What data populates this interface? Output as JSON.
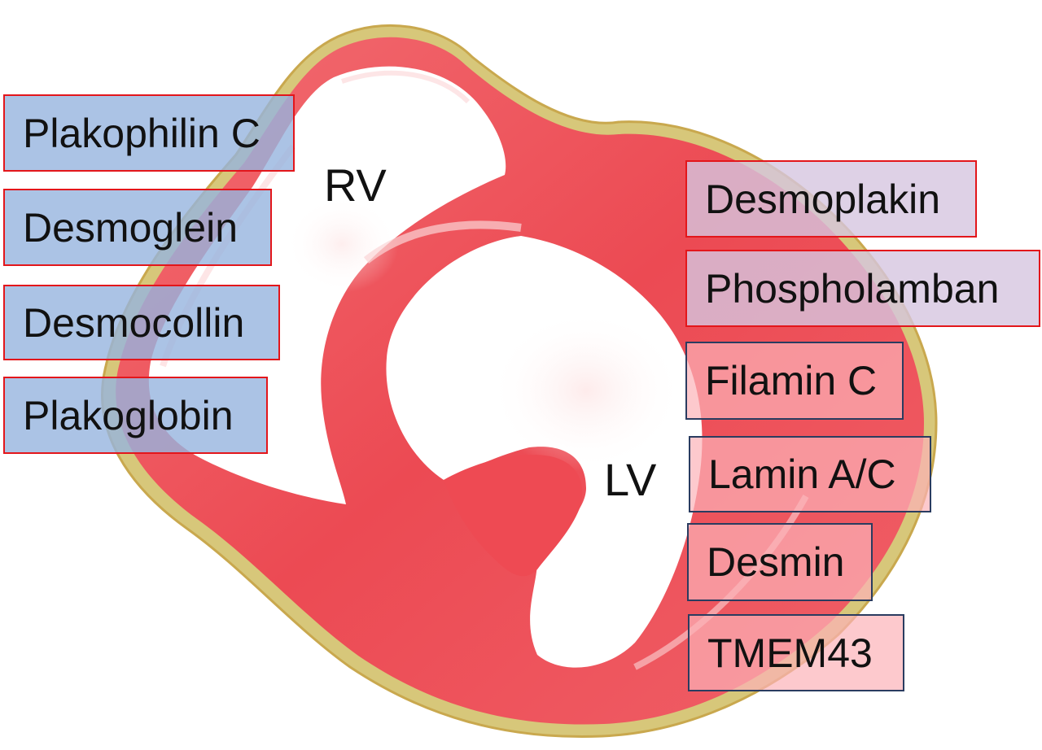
{
  "chambers": {
    "rv": "RV",
    "lv": "LV"
  },
  "left_labels": [
    "Plakophilin C",
    "Desmoglein",
    "Desmocollin",
    "Plakoglobin"
  ],
  "right_labels": [
    "Desmoplakin",
    "Phospholamban",
    "Filamin C",
    "Lamin A/C",
    "Desmin",
    "TMEM43"
  ],
  "colors": {
    "myocardium": "#ee5058",
    "epicardium": "#d7c77a",
    "left_box_fill": "#96b4de",
    "right_purple_fill": "#d6c6e0",
    "right_pink_fill": "#fcb2b8",
    "red_border": "#e3161b",
    "navy_border": "#2a3c60"
  }
}
